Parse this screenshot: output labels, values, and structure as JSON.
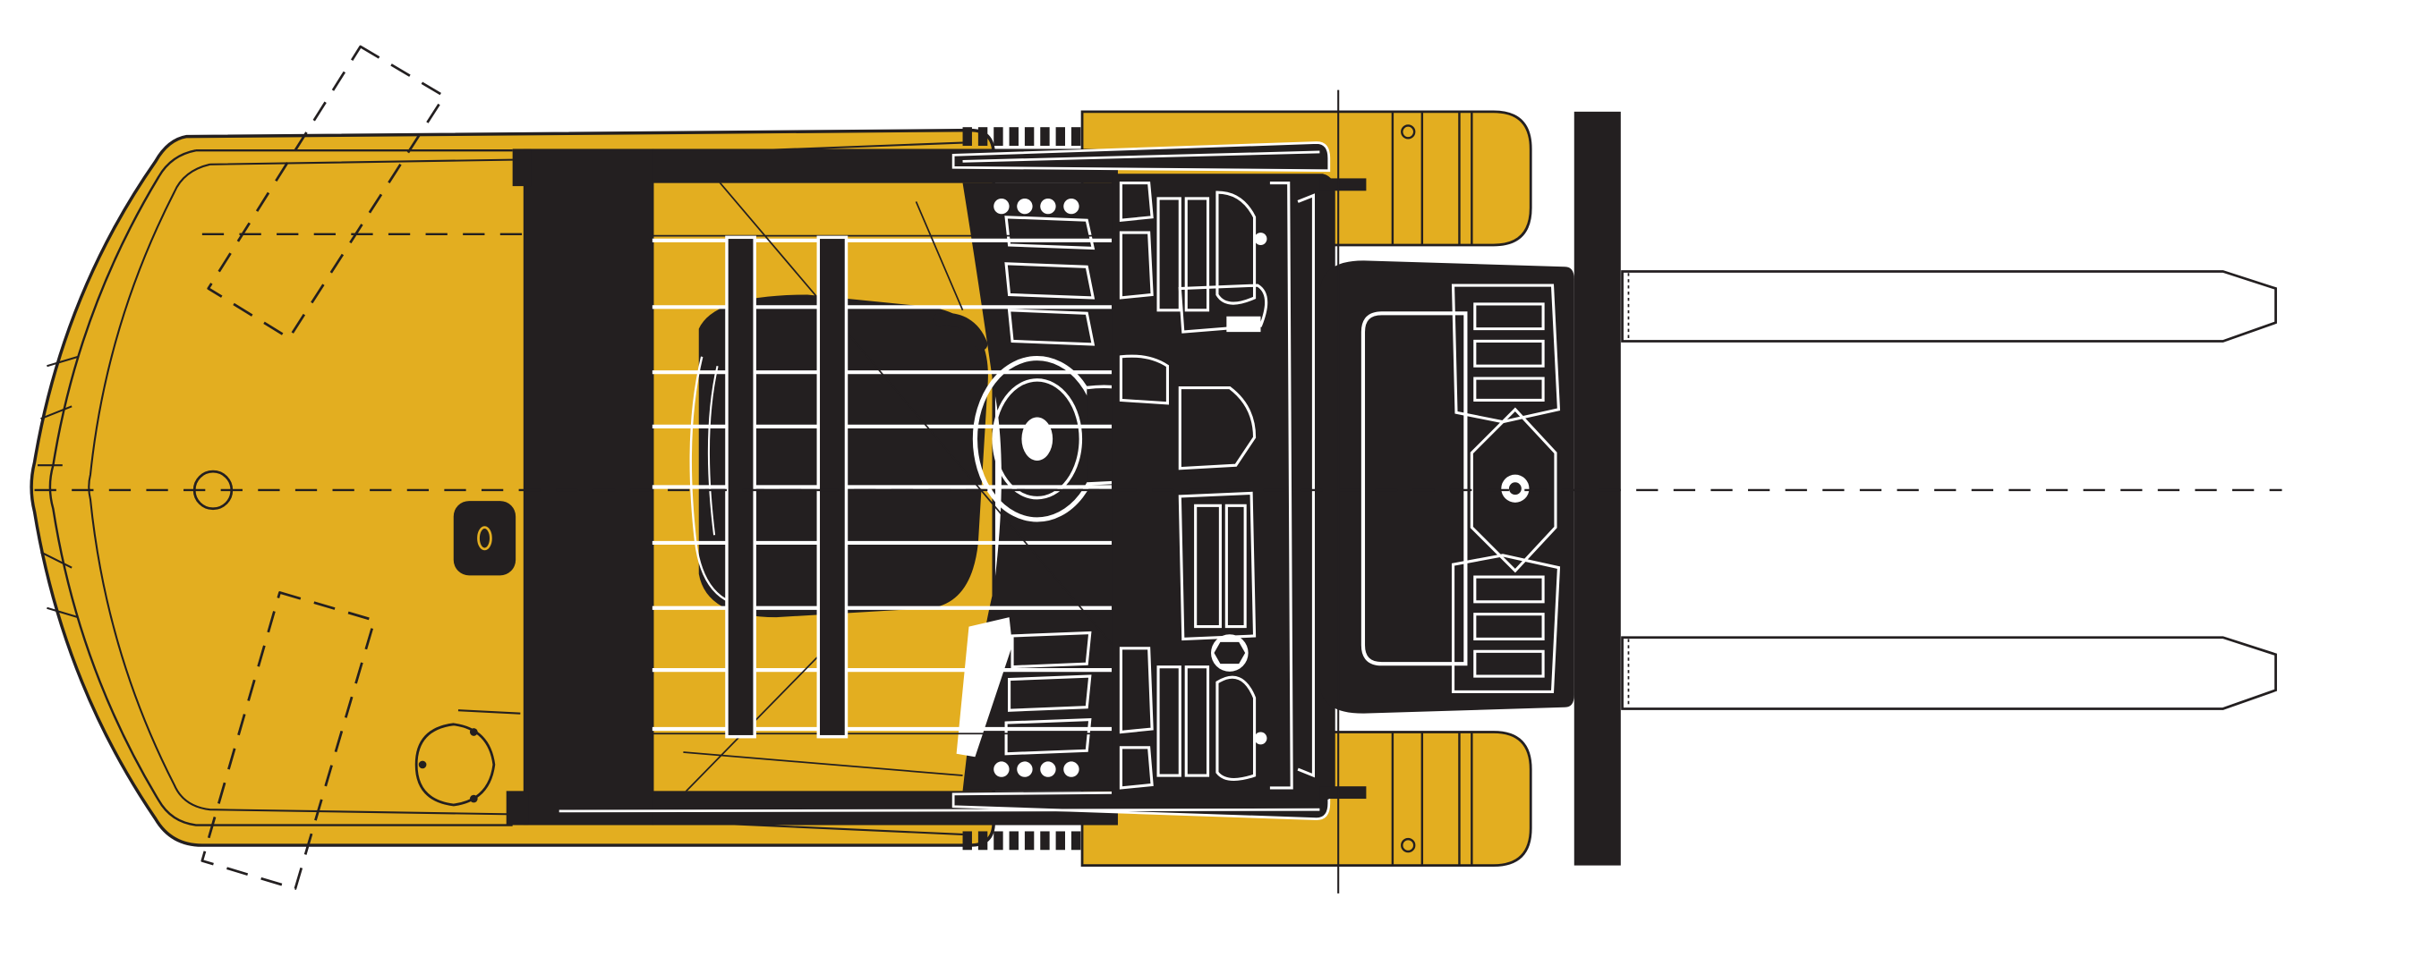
{
  "diagram": {
    "subject": "forklift-top-view",
    "colors": {
      "body": "#E3AE20",
      "dark": "#231F20",
      "outline": "#231F20",
      "background": "#FFFFFF",
      "fork": "#FFFFFF"
    },
    "parts": [
      "counterweight",
      "overhead-guard",
      "operator-seat",
      "steering-wheel",
      "dashboard",
      "mast",
      "carriage",
      "fork-left",
      "fork-right",
      "front-wheel-left",
      "front-wheel-right",
      "rear-wheel-left",
      "rear-wheel-right"
    ]
  }
}
